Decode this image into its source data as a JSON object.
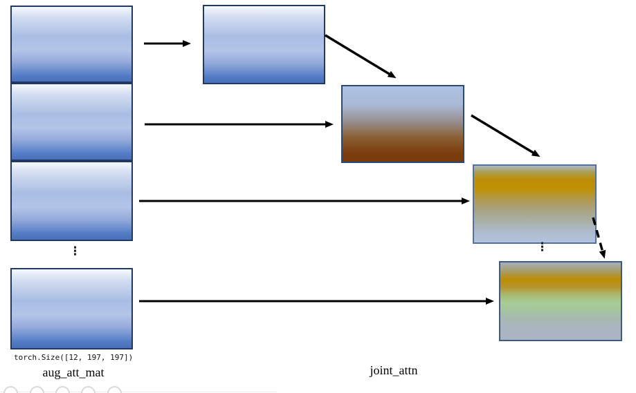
{
  "labels": {
    "tensor_shape": "torch.Size([12, 197, 197])",
    "left_group": "aug_att_mat",
    "right_group": "joint_attn"
  },
  "glyphs": {
    "vertical_ellipsis": "⋮"
  },
  "colors": {
    "matrix_blue_light": "#f5f9fd",
    "matrix_blue_dark": "#4a70b8",
    "matrix_blue_border": "#1f3864",
    "heat_brown": "#793a0c",
    "heat_gold": "#c09104",
    "heat_green": "#a8cc98",
    "heat_gray_blue": "#aeb7c5",
    "heatmap_border": "#50719f",
    "arrow": "#000000",
    "cut_circle_stroke": "#d9d9d9"
  }
}
